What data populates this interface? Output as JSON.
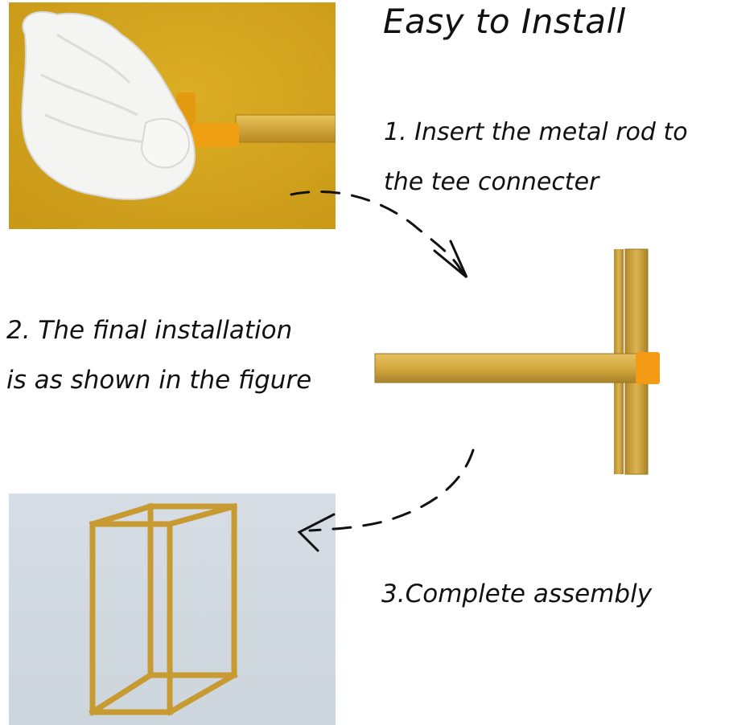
{
  "title": "Easy to Install",
  "steps": {
    "step1": [
      "1. Insert the metal rod to",
      "the tee connecter"
    ],
    "step2": [
      "2. The final installation",
      "is as shown in the figure"
    ],
    "step3": "3.Complete assembly"
  },
  "colors": {
    "gold": "#c8a03a",
    "connector": "#f39b14",
    "photo1_bg": "#d4a41a",
    "photo3_bg": "#d3dae1"
  },
  "icons": [
    "dashed-arrow-icon",
    "glove-hand-icon"
  ]
}
